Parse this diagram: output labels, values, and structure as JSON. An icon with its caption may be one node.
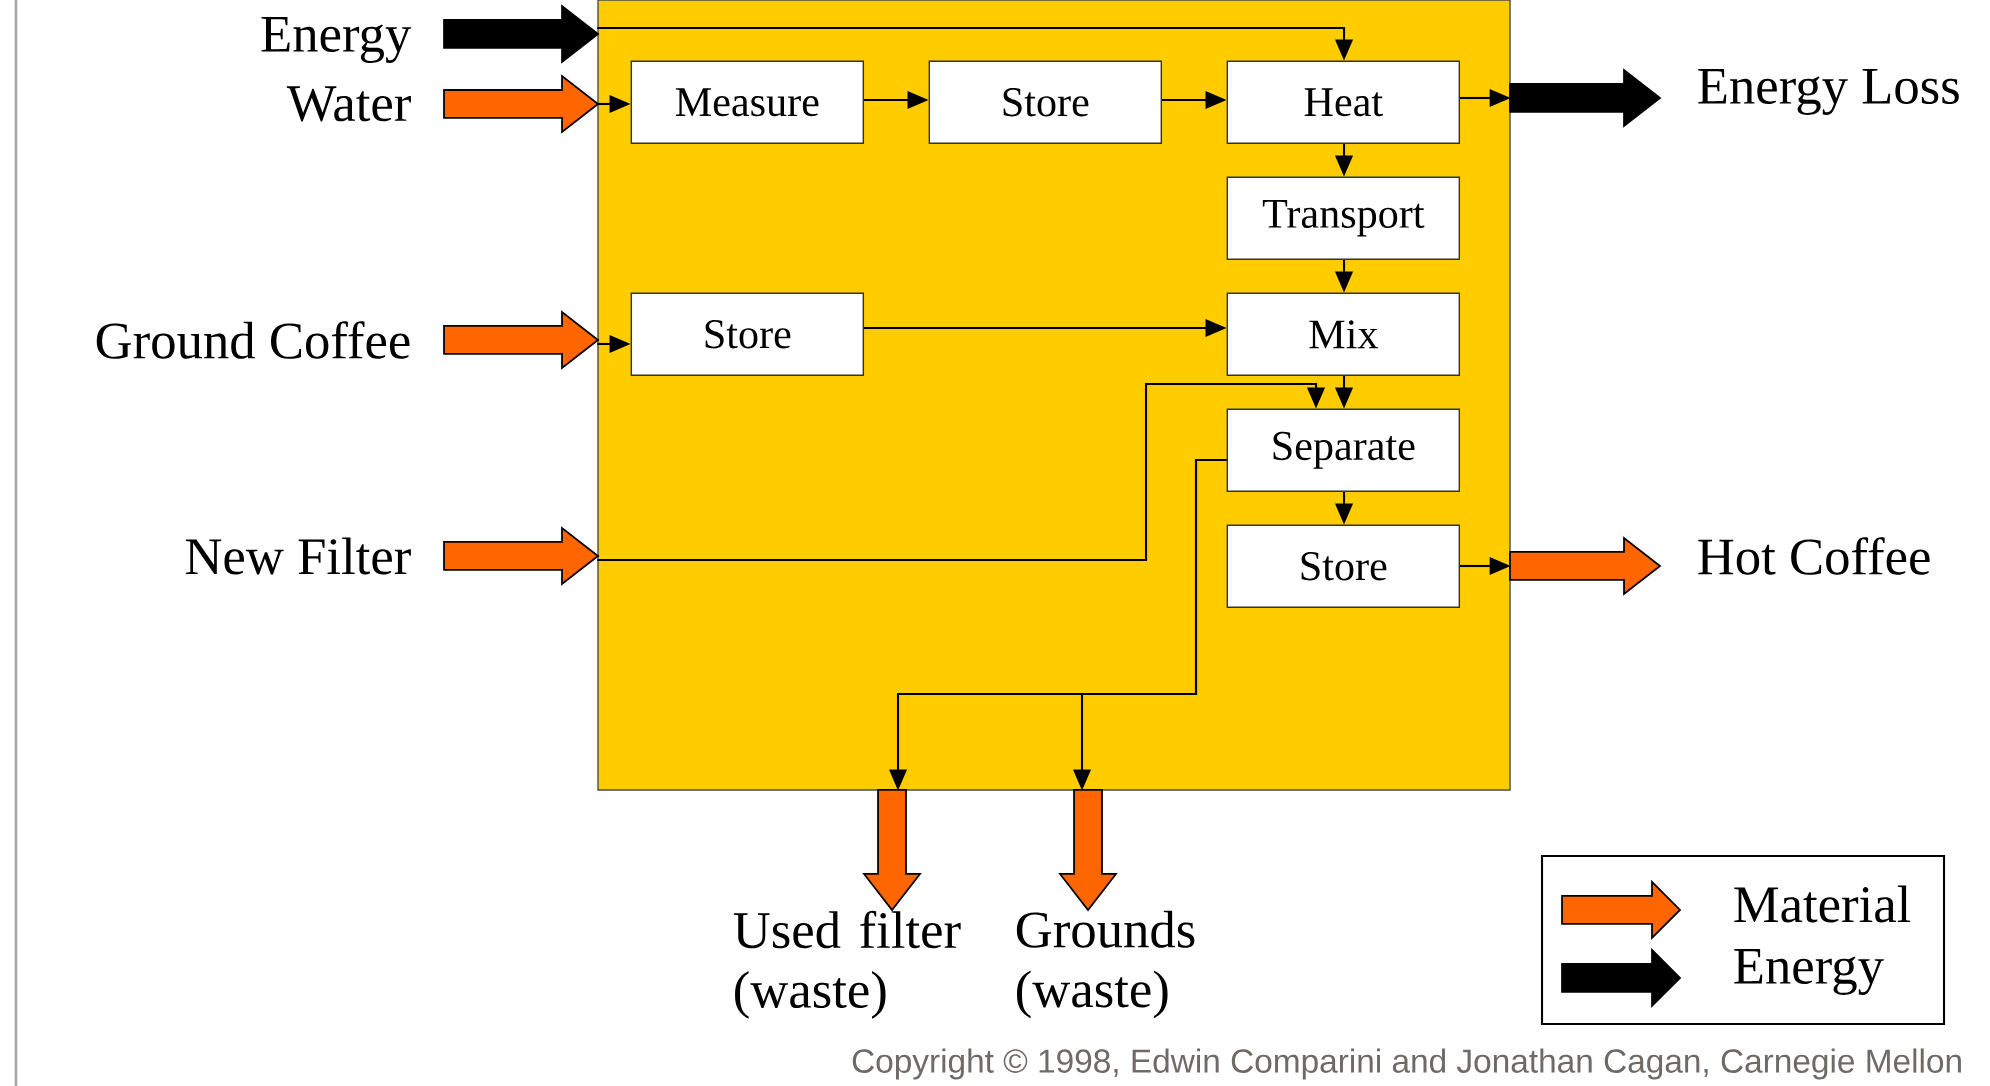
{
  "diagram": {
    "nodes": [
      {
        "text": [],
        "shape": "box"
      },
      {
        "text": [
          "Energy"
        ]
      },
      {
        "text": [
          "Water"
        ]
      },
      {
        "text": [
          "Measure"
        ],
        "in": 0
      },
      {
        "text": [
          "Store"
        ],
        "in": 0
      },
      {
        "text": [
          "Heat"
        ],
        "in": 0
      },
      {
        "text": [
          "Transport"
        ],
        "in": 0
      },
      {
        "text": [
          "Ground Coffee"
        ]
      },
      {
        "text": [
          "Store"
        ],
        "in": 0
      },
      {
        "text": [
          "Mix"
        ],
        "in": 0
      },
      {
        "text": [
          "Separate"
        ],
        "in": 0
      },
      {
        "text": [
          "New Filter"
        ]
      },
      {
        "text": [
          "Store"
        ],
        "in": 0
      },
      {
        "text": [
          "Energy Loss"
        ]
      },
      {
        "text": [
          "Hot Coffee"
        ]
      },
      {
        "text": [
          "Used filter (waste)"
        ]
      },
      {
        "text": [
          "Grounds (waste)"
        ]
      }
    ],
    "edges": [
      {
        "from": 1,
        "to": 0,
        "arrow": "to",
        "style": "thick",
        "color": "#000000"
      },
      {
        "from": 0,
        "to": 5,
        "arrow": "to"
      },
      {
        "from": 2,
        "to": 0,
        "arrow": "to",
        "style": "thick",
        "color": "#ff6600"
      },
      {
        "from": 0,
        "to": 3,
        "arrow": "to"
      },
      {
        "from": 3,
        "to": 4,
        "arrow": "to"
      },
      {
        "from": 4,
        "to": 5,
        "arrow": "to"
      },
      {
        "from": 5,
        "to": 0,
        "arrow": "to"
      },
      {
        "from": 0,
        "to": 13,
        "arrow": "to",
        "style": "thick",
        "color": "#000000"
      },
      {
        "from": 5,
        "to": 6,
        "arrow": "to"
      },
      {
        "from": 6,
        "to": 9,
        "arrow": "to"
      },
      {
        "from": 7,
        "to": 0,
        "arrow": "to",
        "style": "thick",
        "color": "#ff6600"
      },
      {
        "from": 0,
        "to": 8,
        "arrow": "to"
      },
      {
        "from": 8,
        "to": 9,
        "arrow": "to"
      },
      {
        "from": 9,
        "to": 10,
        "arrow": "to"
      },
      {
        "from": 11,
        "to": 0,
        "arrow": "to",
        "style": "thick",
        "color": "#ff6600"
      },
      {
        "from": 0,
        "to": 10,
        "arrow": "to"
      },
      {
        "from": 10,
        "to": 12,
        "arrow": "to"
      },
      {
        "from": 12,
        "to": 0,
        "arrow": "to"
      },
      {
        "from": 0,
        "to": 14,
        "arrow": "to",
        "style": "thick",
        "color": "#ff6600"
      },
      {
        "from": 10,
        "to": 0,
        "arrow": "to"
      },
      {
        "from": 10,
        "to": 0,
        "arrow": "to"
      },
      {
        "from": 0,
        "to": 15,
        "arrow": "to",
        "style": "thick",
        "color": "#ff6600"
      },
      {
        "from": 0,
        "to": 16,
        "arrow": "to",
        "style": "thick",
        "color": "#ff6600"
      }
    ],
    "labels": [
      "Copyright © 1998, Edwin Comparini and Jonathan Cagan, Carnegie Mellon"
    ],
    "legend": [
      {
        "text": "Material",
        "color": "#ff6600"
      },
      {
        "text": "Energy",
        "color": "#000000"
      }
    ]
  }
}
